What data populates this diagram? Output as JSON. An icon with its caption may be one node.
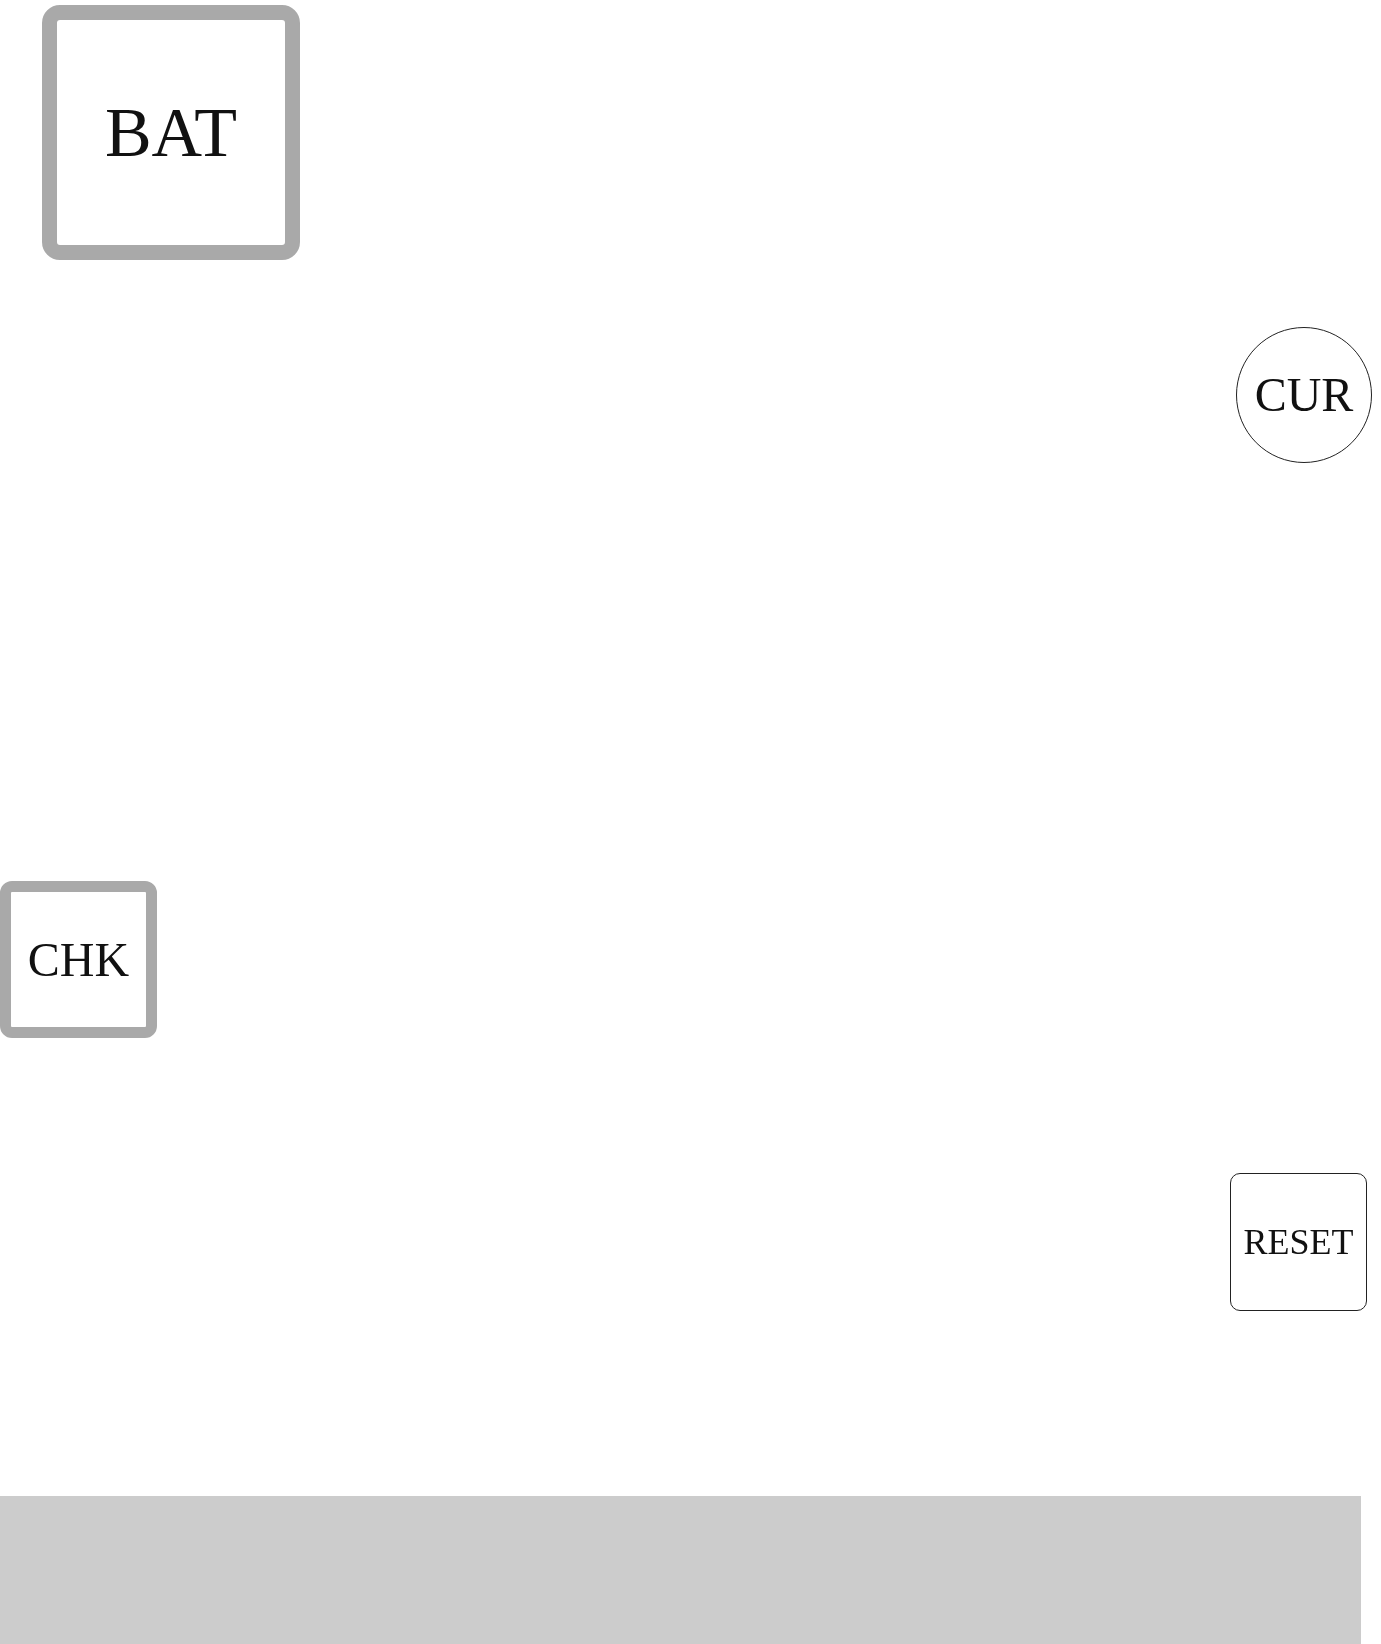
{
  "diagram": {
    "nodes": [
      {
        "text": [
          "BAT"
        ]
      },
      {
        "text": [
          "CUR"
        ]
      },
      {
        "text": [
          "CHK"
        ]
      },
      {
        "text": [
          "RESET"
        ]
      }
    ]
  }
}
